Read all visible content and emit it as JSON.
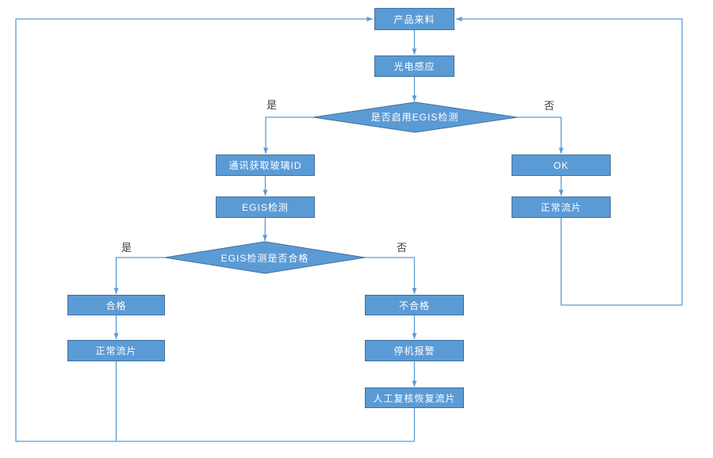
{
  "diagram": {
    "type": "flowchart",
    "colors": {
      "node-fill": "#5B9BD5",
      "node-border": "#41719C",
      "connector": "#5B9BD5",
      "node-text": "#FFFFFF",
      "label-text": "#404040",
      "background": "#FFFFFF"
    },
    "nodes": {
      "product_incoming": {
        "label": "产品来料"
      },
      "photo_sensor": {
        "label": "光电感应"
      },
      "egis_enabled_decision": {
        "label": "是否启用EGIS检测"
      },
      "get_glass_id": {
        "label": "通讯获取玻璃ID"
      },
      "egis_check": {
        "label": "EGIS检测"
      },
      "egis_pass_decision": {
        "label": "EGIS检测是否合格"
      },
      "qualified": {
        "label": "合格"
      },
      "normal_flow_left": {
        "label": "正常流片"
      },
      "unqualified": {
        "label": "不合格"
      },
      "stop_alarm": {
        "label": "停机报警"
      },
      "manual_review": {
        "label": "人工复核恢复流片"
      },
      "ok": {
        "label": "OK"
      },
      "normal_flow_right": {
        "label": "正常流片"
      }
    },
    "edge_labels": {
      "egis_enabled_yes": "是",
      "egis_enabled_no": "否",
      "egis_pass_yes": "是",
      "egis_pass_no": "否"
    }
  }
}
